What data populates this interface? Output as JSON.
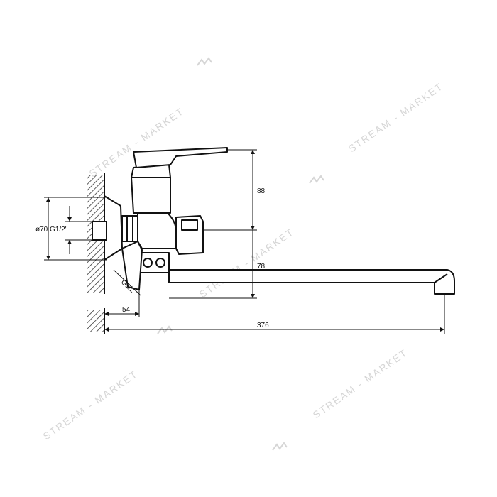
{
  "drawing": {
    "dimensions": {
      "body_height": "88",
      "spout_drop": "78",
      "wall_offset": "54",
      "spout_length": "376",
      "outlet_thread": "G1/2",
      "inlet_spec": "ø70 G1/2\""
    },
    "colors": {
      "line": "#111111",
      "hatch": "#333333",
      "watermark": "#d6d6d6"
    }
  },
  "watermark": {
    "text": "STREAM - MARKET"
  }
}
